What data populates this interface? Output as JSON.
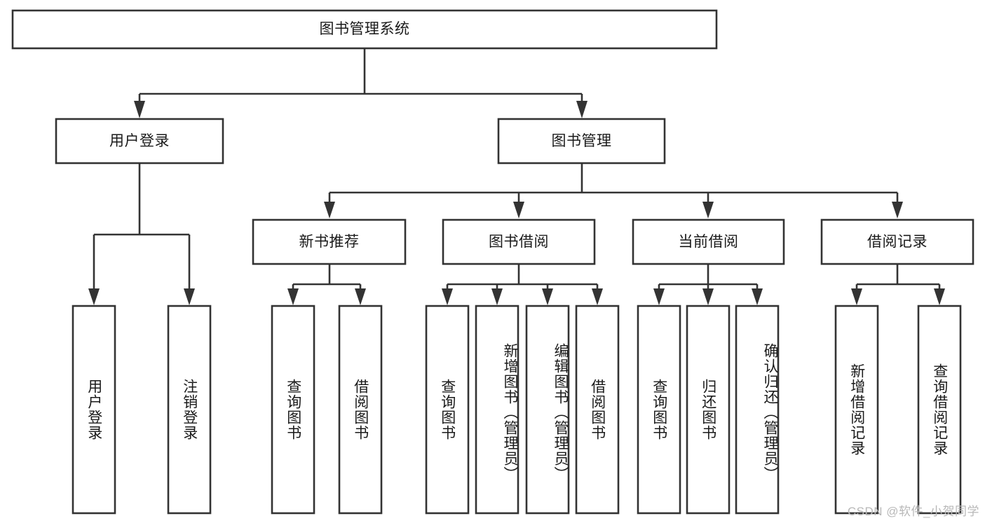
{
  "diagram": {
    "title": "图书管理系统",
    "watermark": "CSDN @软件_小贺同学",
    "colors": {
      "stroke": "#333333",
      "box_fill": "#ffffff",
      "text": "#1a1a1a",
      "watermark": "#b8b8b8",
      "background": "#ffffff"
    },
    "levels": {
      "root": {
        "label": "图书管理系统"
      },
      "level2": [
        {
          "id": "user-login",
          "label": "用户登录"
        },
        {
          "id": "book-management",
          "label": "图书管理"
        }
      ],
      "level3": [
        {
          "id": "new-book-recommend",
          "label": "新书推荐",
          "parent": "book-management"
        },
        {
          "id": "book-borrow",
          "label": "图书借阅",
          "parent": "book-management"
        },
        {
          "id": "current-borrow",
          "label": "当前借阅",
          "parent": "book-management"
        },
        {
          "id": "borrow-record",
          "label": "借阅记录",
          "parent": "book-management"
        }
      ],
      "leaves": [
        {
          "id": "leaf-user-login",
          "label": "用户登录",
          "parent": "user-login"
        },
        {
          "id": "leaf-user-logout",
          "label": "注销登录",
          "parent": "user-login"
        },
        {
          "id": "leaf-query-book-1",
          "label": "查询图书",
          "parent": "new-book-recommend"
        },
        {
          "id": "leaf-borrow-book-1",
          "label": "借阅图书",
          "parent": "new-book-recommend"
        },
        {
          "id": "leaf-query-book-2",
          "label": "查询图书",
          "parent": "book-borrow"
        },
        {
          "id": "leaf-add-book",
          "label": "新增图书（管理员）",
          "parent": "book-borrow"
        },
        {
          "id": "leaf-edit-book",
          "label": "编辑图书（管理员）",
          "parent": "book-borrow"
        },
        {
          "id": "leaf-borrow-book-2",
          "label": "借阅图书",
          "parent": "book-borrow"
        },
        {
          "id": "leaf-query-book-3",
          "label": "查询图书",
          "parent": "current-borrow"
        },
        {
          "id": "leaf-return-book",
          "label": "归还图书",
          "parent": "current-borrow"
        },
        {
          "id": "leaf-confirm-return",
          "label": "确认归还（管理员）",
          "parent": "current-borrow"
        },
        {
          "id": "leaf-add-record",
          "label": "新增借阅记录",
          "parent": "borrow-record"
        },
        {
          "id": "leaf-query-record",
          "label": "查询借阅记录",
          "parent": "borrow-record"
        }
      ]
    }
  }
}
